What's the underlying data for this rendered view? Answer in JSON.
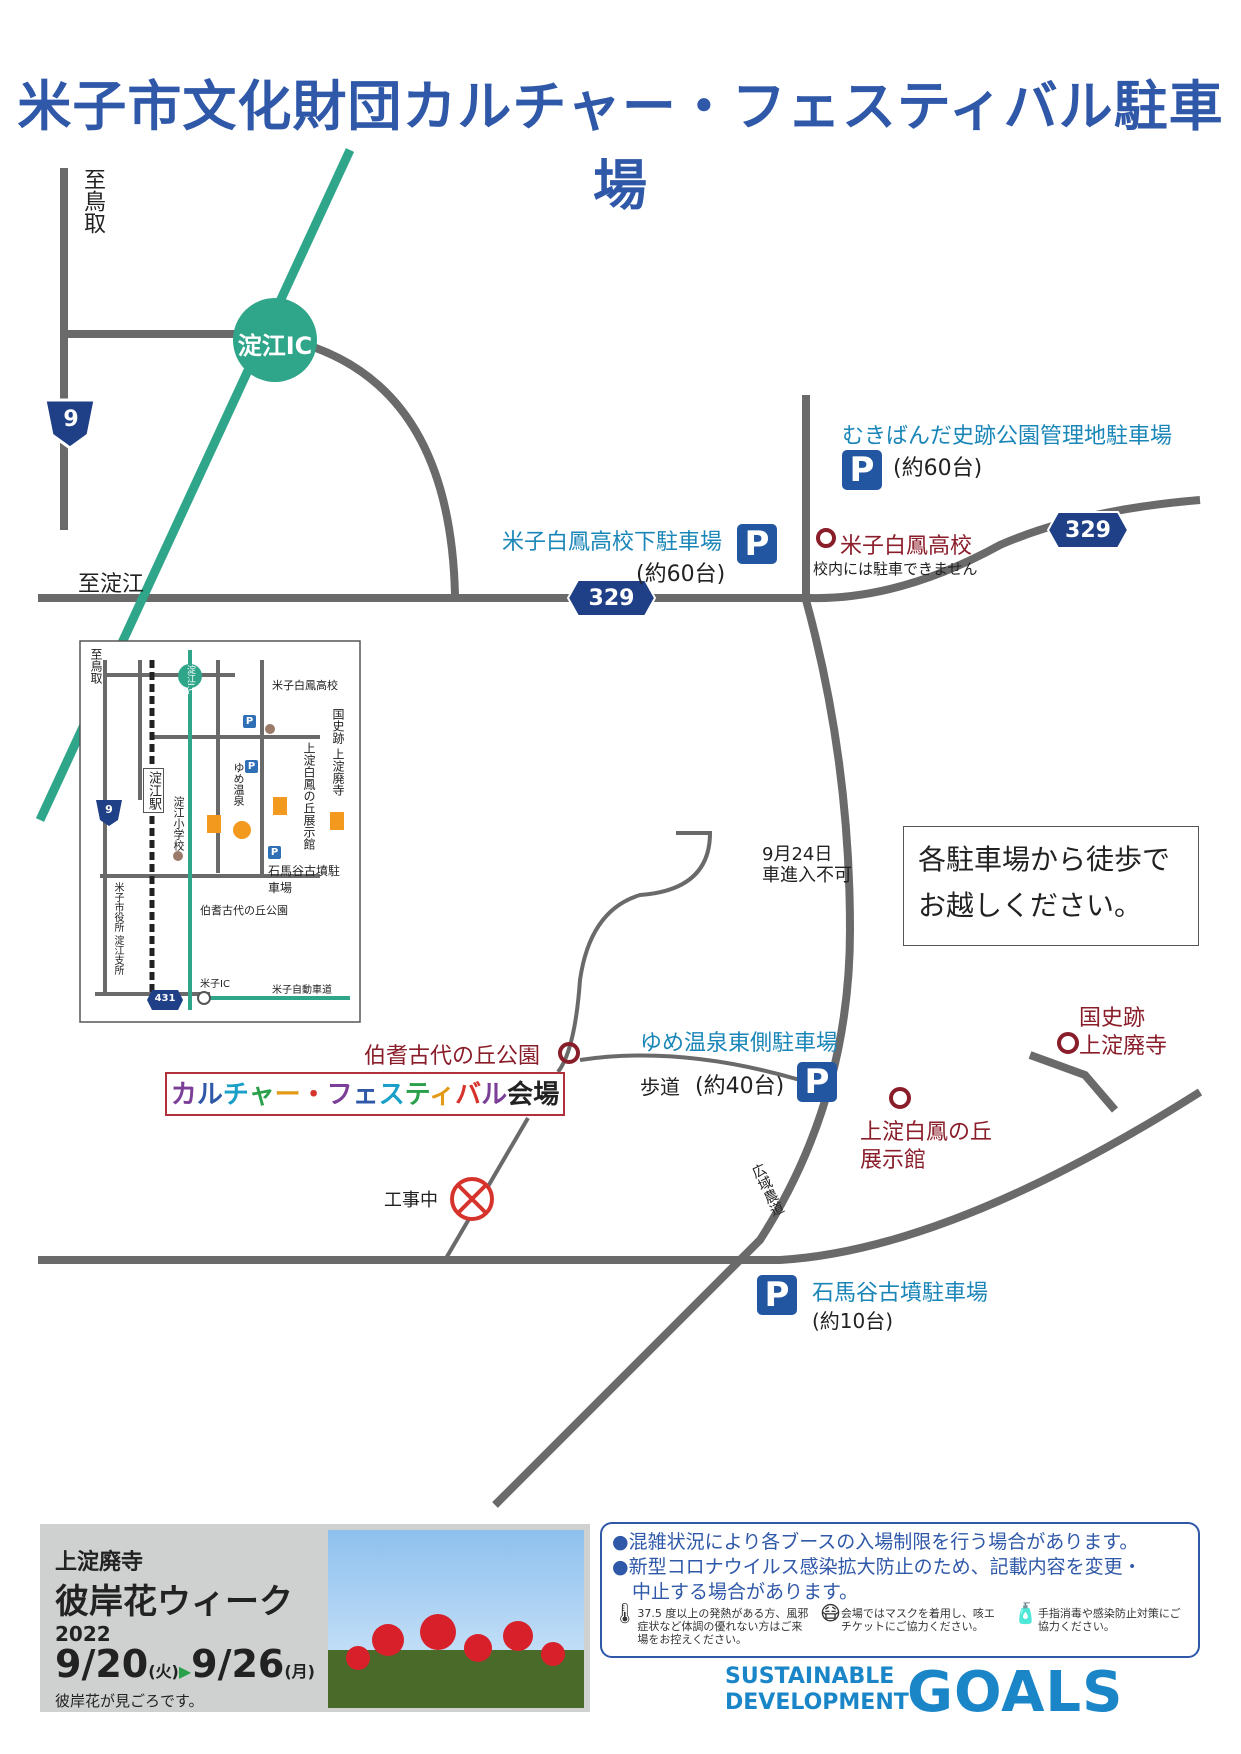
{
  "title": "米子市文化財団カルチャー・フェスティバル駐車場",
  "map": {
    "directions": {
      "tottori": "至鳥取",
      "yodoe": "至淀江"
    },
    "interchange": "淀江IC",
    "route_numbers": {
      "national_9": "9",
      "prefectural_329": "329"
    },
    "parking": [
      {
        "name": "むきばんだ史跡公園管理地駐車場",
        "capacity": "(約60台)"
      },
      {
        "name": "米子白鳳高校下駐車場",
        "capacity": "(約60台)"
      },
      {
        "name": "ゆめ温泉東側駐車場",
        "capacity": "(約40台)"
      },
      {
        "name": "石馬谷古墳駐車場",
        "capacity": "(約10台)"
      }
    ],
    "parking_symbol": "P",
    "school": {
      "name": "米子白鳳高校",
      "note": "校内には駐車できません"
    },
    "closure_note": {
      "line1": "9月24日",
      "line2": "車進入不可"
    },
    "walk_note": {
      "line1": "各駐車場から徒歩で",
      "line2": "お越しください。"
    },
    "park_name": "伯耆古代の丘公園",
    "venue_label": "カルチャー・フェスティバル会場",
    "venue_colors": [
      "#7b3f98",
      "#2f58a8",
      "#1aa0c8",
      "#2aa04a",
      "#e39a16",
      "#d6332c"
    ],
    "sidewalk": "歩道",
    "construction": "工事中",
    "farm_road": "広域農道",
    "temple": {
      "line1": "国史跡",
      "line2": "上淀廃寺"
    },
    "museum": {
      "line1": "上淀白鳳の丘",
      "line2": "展示館"
    }
  },
  "inset": {
    "tottori": "至鳥取",
    "ic": "淀江I.C",
    "school": "米子白鳳高校",
    "temple": "国史跡 上淀廃寺",
    "museum": "上淀白鳳の丘展示館",
    "onsen": "ゆめ温泉",
    "station": "淀江駅",
    "elementary": "淀江小学校",
    "city_office": "米子市役所 淀江支所",
    "ishiumadani": "石馬谷古墳駐車場",
    "park": "伯耆古代の丘公園",
    "yonago_ic": "米子IC",
    "expressway": "米子自動車道",
    "route_9": "9",
    "route_431": "431"
  },
  "event": {
    "place": "上淀廃寺",
    "name": "彼岸花ウィーク",
    "year": "2022",
    "start_date": "9/20",
    "start_day": "(火)",
    "arrow": "▶",
    "end_date": "9/26",
    "end_day": "(月)",
    "note": "彼岸花が見ごろです。"
  },
  "notice": {
    "line1": "●混雑状況により各ブースの入場制限を行う場合があります。",
    "line2": "●新型コロナウイルス感染拡大防止のため、記載内容を変更・",
    "line3": "中止する場合があります。",
    "fever": "37.5 度以上の発熱がある方、風邪症状など体調の優れない方はご来場をお控えください。",
    "mask": "会場ではマスクを着用し、咳エチケットにご協力ください。",
    "sanitize": "手指消毒や感染防止対策にご協力ください。"
  },
  "sdg": {
    "line1": "SUSTAINABLE",
    "line2": "DEVELOPMENT",
    "goals": "GOALS"
  },
  "colors": {
    "title": "#2f58a8",
    "ic_green": "#2fa58a",
    "road": "#666666",
    "route_shield": "#1f3f86",
    "parking": "#2256a0",
    "poi_red": "#8a1d2a",
    "label_blue": "#1a86b8"
  }
}
